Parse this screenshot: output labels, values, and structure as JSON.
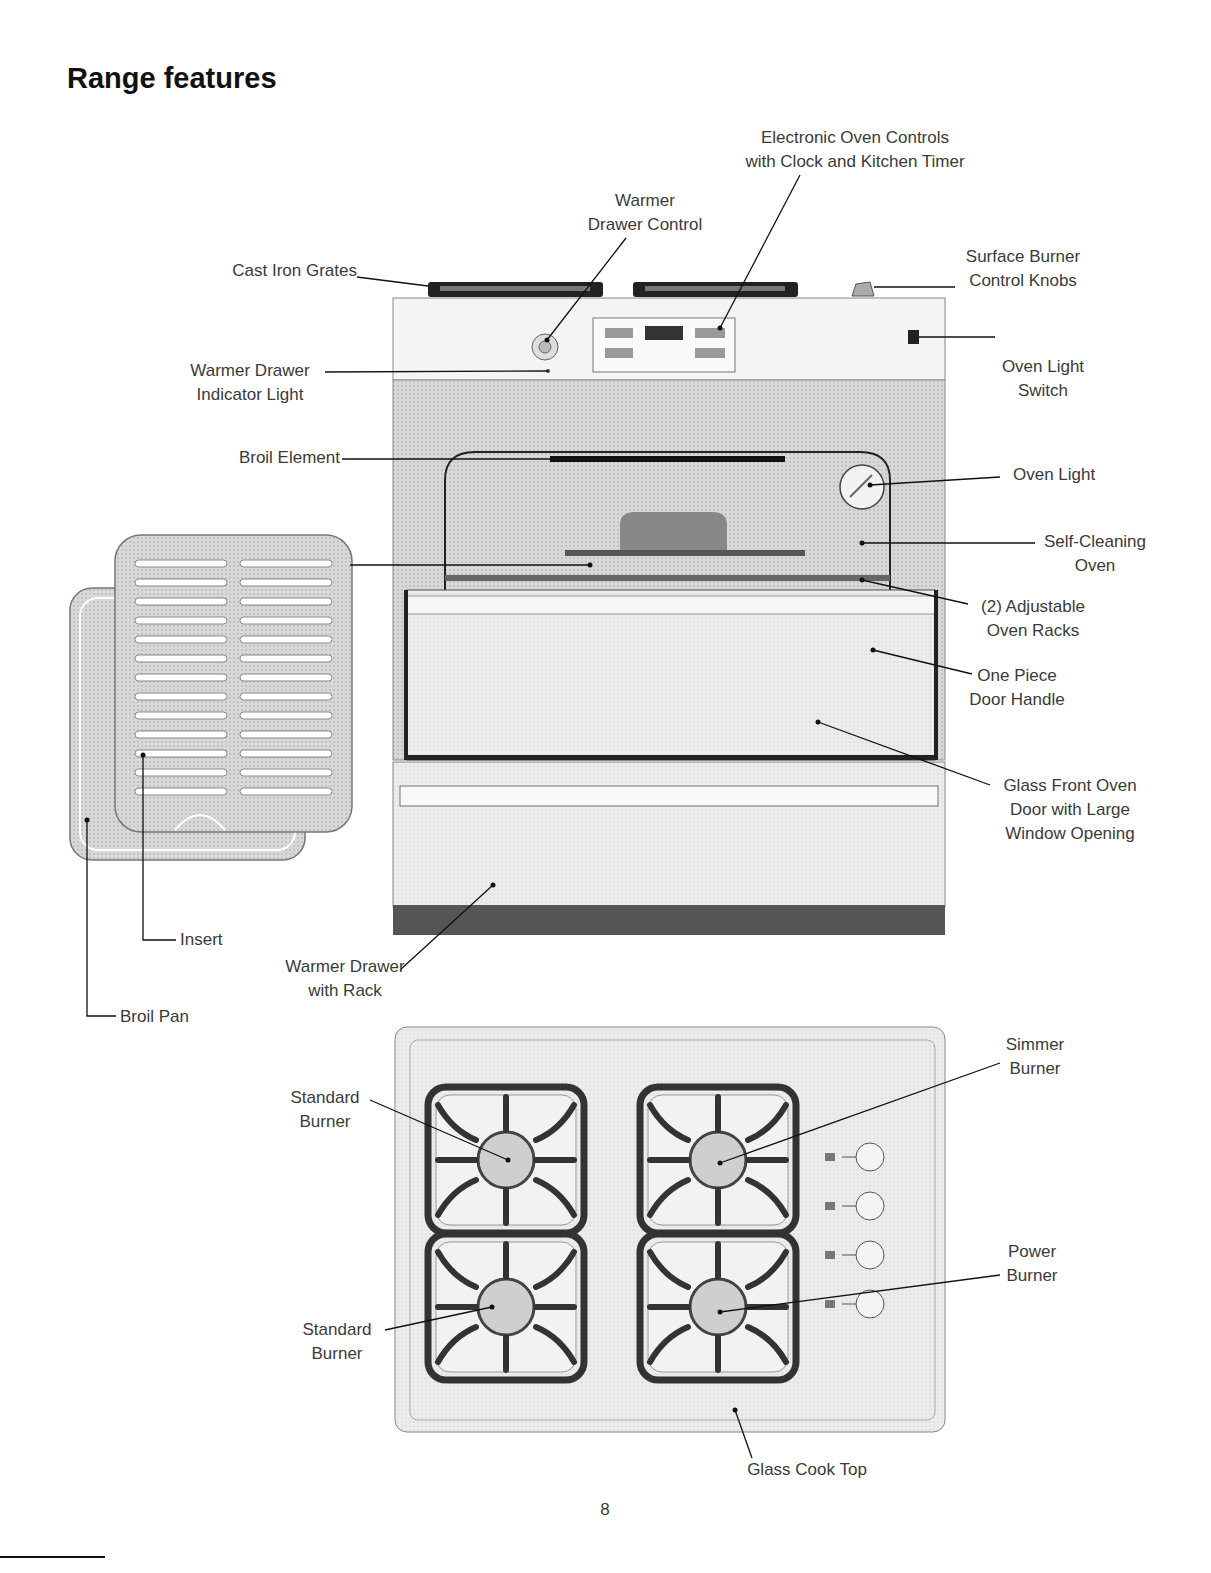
{
  "diagram": {
    "title": "Range features",
    "labels": [
      "Electronic Oven Controls with Clock and Kitchen Timer",
      "Warmer Drawer Control",
      "Cast Iron Grates",
      "Surface Burner Control Knobs",
      "Warmer Drawer Indicator Light",
      "Oven Light Switch",
      "Broil Element",
      "Oven Light",
      "Self-Cleaning Oven",
      "(2) Adjustable Oven Racks",
      "One Piece Door Handle",
      "Glass Front Oven Door with Large Window Opening",
      "Insert",
      "Warmer Drawer with Rack",
      "Broil Pan",
      "Standard Burner",
      "Simmer Burner",
      "Power Burner",
      "Standard Burner",
      "Glass Cook Top",
      "8"
    ]
  }
}
